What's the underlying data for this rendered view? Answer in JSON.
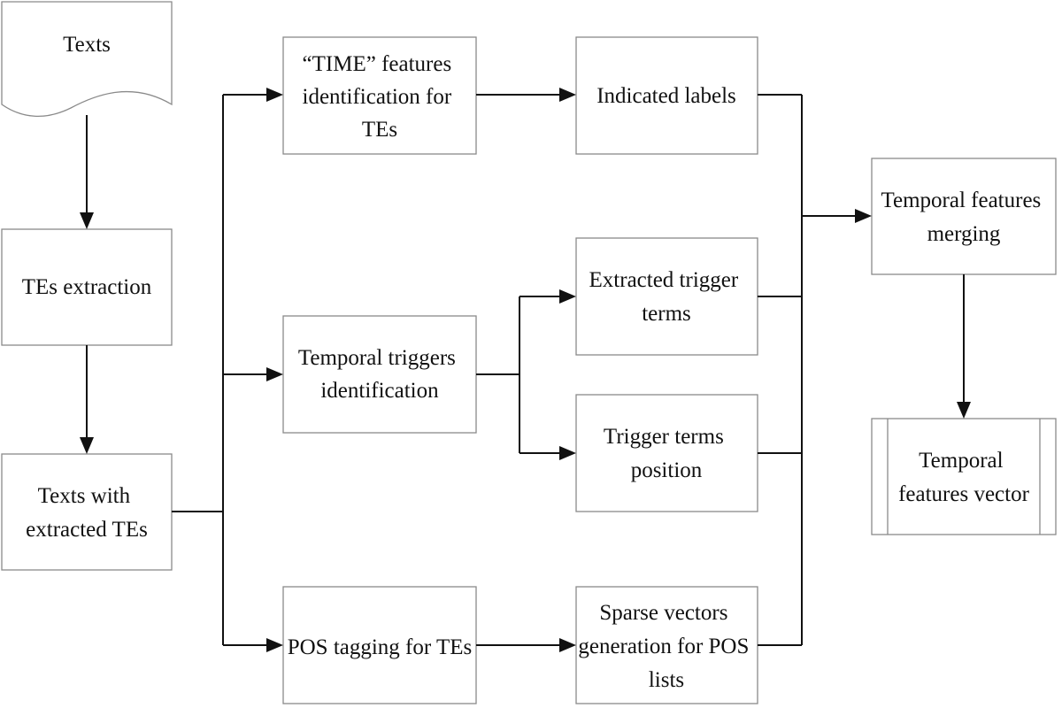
{
  "nodes": {
    "texts": {
      "lines": [
        "Texts"
      ]
    },
    "tes_extraction": {
      "lines": [
        "TEs extraction"
      ]
    },
    "texts_with_tes": {
      "lines": [
        "Texts with",
        "extracted TEs"
      ]
    },
    "time_features": {
      "lines": [
        "“TIME” features",
        "identification for",
        "TEs"
      ]
    },
    "temporal_triggers": {
      "lines": [
        "Temporal triggers",
        "identification"
      ]
    },
    "pos_tagging": {
      "lines": [
        "POS tagging for TEs"
      ]
    },
    "indicated_labels": {
      "lines": [
        "Indicated labels"
      ]
    },
    "extracted_trigger_terms": {
      "lines": [
        "Extracted trigger",
        "terms"
      ]
    },
    "trigger_terms_position": {
      "lines": [
        "Trigger terms",
        "position"
      ]
    },
    "sparse_vectors": {
      "lines": [
        "Sparse vectors",
        "generation for POS",
        "lists"
      ]
    },
    "temporal_merging": {
      "lines": [
        "Temporal features",
        "merging"
      ]
    },
    "temporal_vector": {
      "lines": [
        "Temporal",
        "features vector"
      ]
    }
  }
}
